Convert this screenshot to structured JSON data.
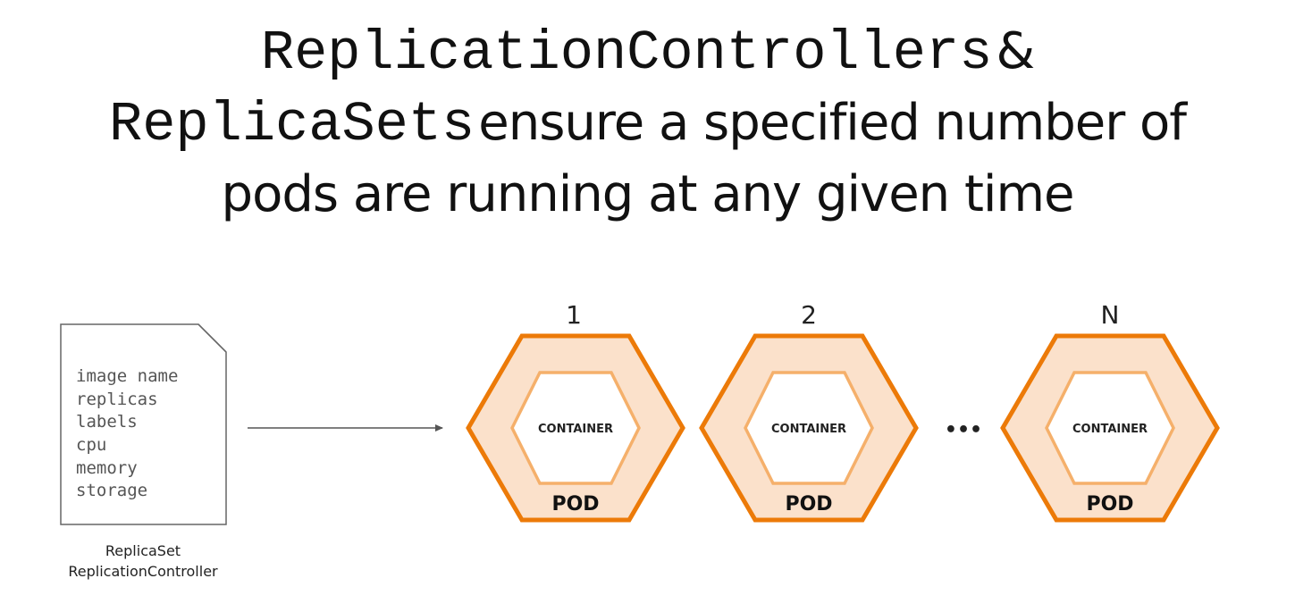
{
  "title": {
    "line1": {
      "mono": "ReplicationControllers",
      "sans": "&"
    },
    "line2": {
      "mono": "ReplicaSets",
      "sans": "ensure a specified number of"
    },
    "line3": "pods are running at any given time"
  },
  "spec_document": {
    "fields": [
      "image name",
      "replicas",
      "labels",
      "cpu",
      "memory",
      "storage"
    ],
    "caption_line1": "ReplicaSet",
    "caption_line2": "ReplicationController"
  },
  "pods": [
    {
      "index": "1",
      "container_label": "CONTAINER",
      "pod_label": "POD"
    },
    {
      "index": "2",
      "container_label": "CONTAINER",
      "pod_label": "POD"
    },
    {
      "index": "N",
      "container_label": "CONTAINER",
      "pod_label": "POD"
    }
  ],
  "ellipsis": "•••",
  "colors": {
    "pod_fill": "#fbe1cb",
    "pod_stroke": "#ec7a08",
    "container_stroke": "#f5b06b",
    "arrow": "#555555",
    "document_stroke": "#666666"
  }
}
